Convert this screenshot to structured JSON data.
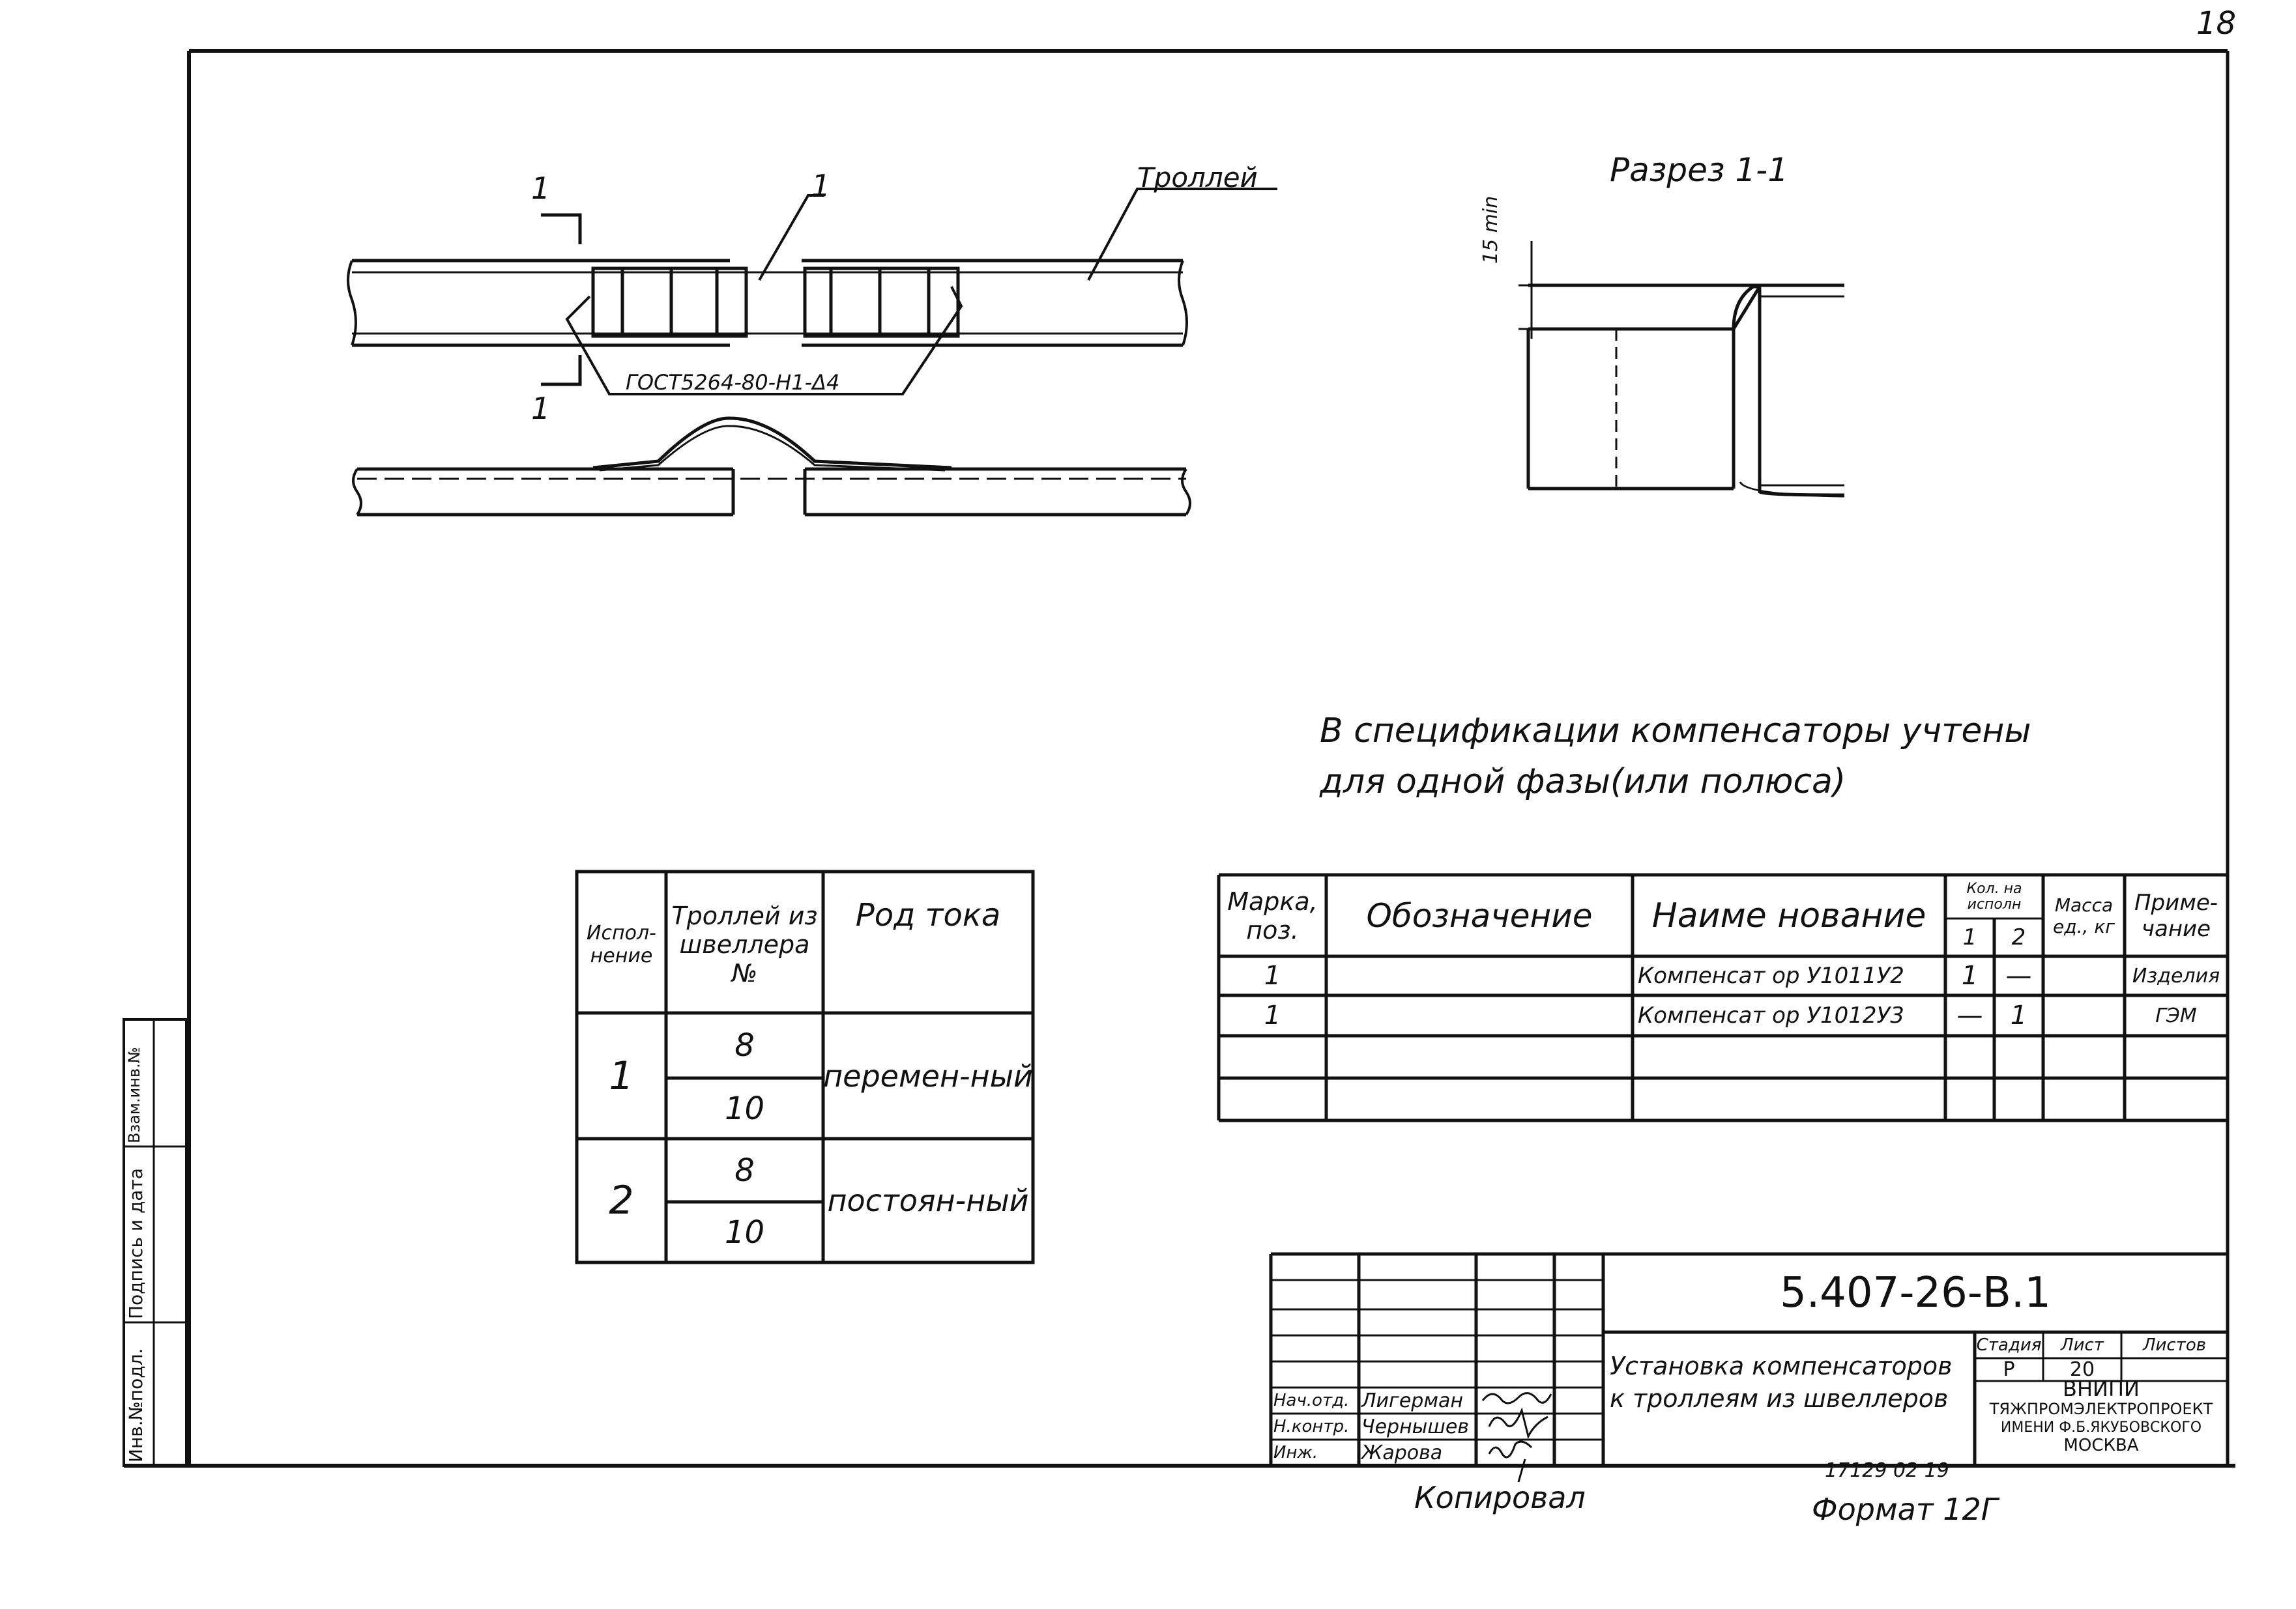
{
  "page_number": "18",
  "drawing": {
    "label_trolley": "Троллей",
    "label_pos1": "1",
    "section_mark_top": "1",
    "section_mark_bottom": "1",
    "weld_note": "ГОСТ5264-80-Н1-Δ4",
    "section_title": "Разрез 1-1",
    "dim_15min": "15 min"
  },
  "note": {
    "line1": "В спецификации компенсаторы учтены",
    "line2": "для одной фазы(или полюса)"
  },
  "variant_table": {
    "headers": [
      "Испол-нение",
      "Троллей из швеллера №",
      "Род тока"
    ],
    "rows": [
      {
        "variant": "1",
        "sizes": [
          "8",
          "10"
        ],
        "current": "перемен-ный"
      },
      {
        "variant": "2",
        "sizes": [
          "8",
          "10"
        ],
        "current": "постоян-ный"
      }
    ]
  },
  "spec_table": {
    "headers": {
      "mark": "Марка, поз.",
      "designation": "Обозначение",
      "name": "Наиме нование",
      "qty": "Кол. на исполн",
      "qty_1": "1",
      "qty_2": "2",
      "mass": "Масса ед., кг",
      "note": "Приме-чание"
    },
    "rows": [
      {
        "mark": "1",
        "designation": "",
        "name": "Компенсат ор У1011У2",
        "q1": "1",
        "q2": "—",
        "mass": "",
        "note": "Изделия"
      },
      {
        "mark": "1",
        "designation": "",
        "name": "Компенсат ор У1012У3",
        "q1": "—",
        "q2": "1",
        "mass": "",
        "note": "ГЭМ"
      },
      {
        "mark": "",
        "designation": "",
        "name": "",
        "q1": "",
        "q2": "",
        "mass": "",
        "note": ""
      },
      {
        "mark": "",
        "designation": "",
        "name": "",
        "q1": "",
        "q2": "",
        "mass": "",
        "note": ""
      }
    ]
  },
  "title_block": {
    "doc_number": "5.407-26-В.1",
    "title_line1": "Установка компенсаторов",
    "title_line2": "к троллеям из швеллеров",
    "stage_label": "Стадия",
    "sheet_label": "Лист",
    "sheets_label": "Листов",
    "stage_value": "Р",
    "sheet_value": "20",
    "org_line1": "ВНИПИ",
    "org_line2": "ТЯЖПРОМЭЛЕКТРОПРОЕКТ",
    "org_line3": "ИМЕНИ Ф.Б.ЯКУБОВСКОГО",
    "org_line4": "МОСКВА",
    "signatures": [
      {
        "role": "Нач.отд.",
        "name": "Лигерман"
      },
      {
        "role": "Н.контр.",
        "name": "Чернышев"
      },
      {
        "role": "Инж.",
        "name": "Жарова"
      }
    ]
  },
  "side_stamp": {
    "inv_podl": "Инв.№подл.",
    "podpis": "Подпись и дата",
    "vzam": "Взам.инв.№"
  },
  "footer": {
    "copied": "Копировал",
    "format": "Формат 12Г",
    "code": "17129  02  19"
  }
}
